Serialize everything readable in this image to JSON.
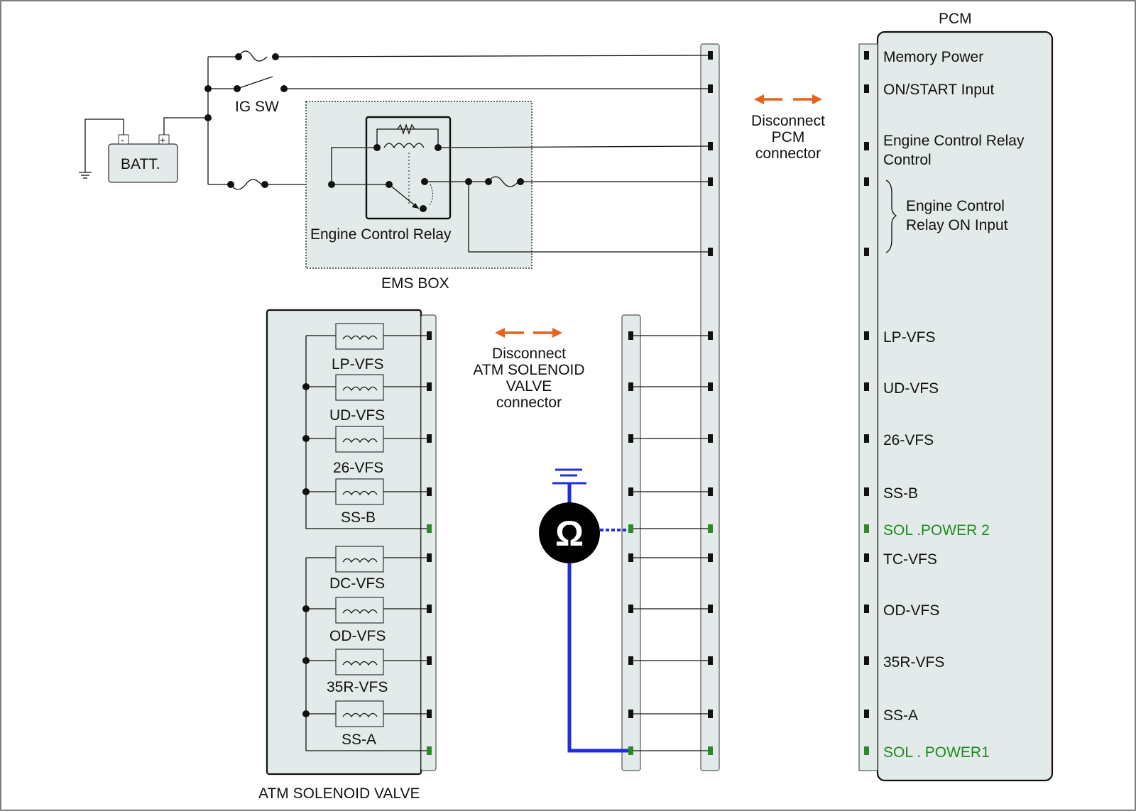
{
  "pcm": {
    "title": "PCM",
    "pins": {
      "memory_power": "Memory Power",
      "on_start_input": "ON/START Input",
      "ecr_control_1": "Engine Control Relay",
      "ecr_control_2": "Control",
      "ecr_on_input_1": "Engine Control",
      "ecr_on_input_2": "Relay ON Input",
      "lp_vfs": "LP-VFS",
      "ud_vfs": "UD-VFS",
      "vfs_26": "26-VFS",
      "ss_b": "SS-B",
      "sol_power_2": "SOL .POWER 2",
      "tc_vfs": "TC-VFS",
      "od_vfs": "OD-VFS",
      "vfs_35r": "35R-VFS",
      "ss_a": "SS-A",
      "sol_power_1": "SOL . POWER1"
    }
  },
  "battery": {
    "label": "BATT.",
    "minus": "-",
    "plus": "+"
  },
  "ig_switch": {
    "label": "IG SW"
  },
  "ems_box": {
    "label": "EMS BOX",
    "relay_label": "Engine Control Relay"
  },
  "solenoid_valve": {
    "label": "ATM SOLENOID VALVE",
    "coils": [
      "LP-VFS",
      "UD-VFS",
      "26-VFS",
      "SS-B",
      "DC-VFS",
      "OD-VFS",
      "35R-VFS",
      "SS-A"
    ]
  },
  "notes": {
    "pcm_connector": [
      "Disconnect",
      "PCM",
      "connector"
    ],
    "atm_connector": [
      "Disconnect",
      "ATM SOLENOID",
      "VALVE",
      "connector"
    ]
  },
  "meter": {
    "symbol": "Ω"
  },
  "colors": {
    "orange": "#e8601c",
    "meter_wire": "#1f2de0",
    "highlight_pin": "#2a8a2a",
    "panel": "#e3eaea"
  }
}
